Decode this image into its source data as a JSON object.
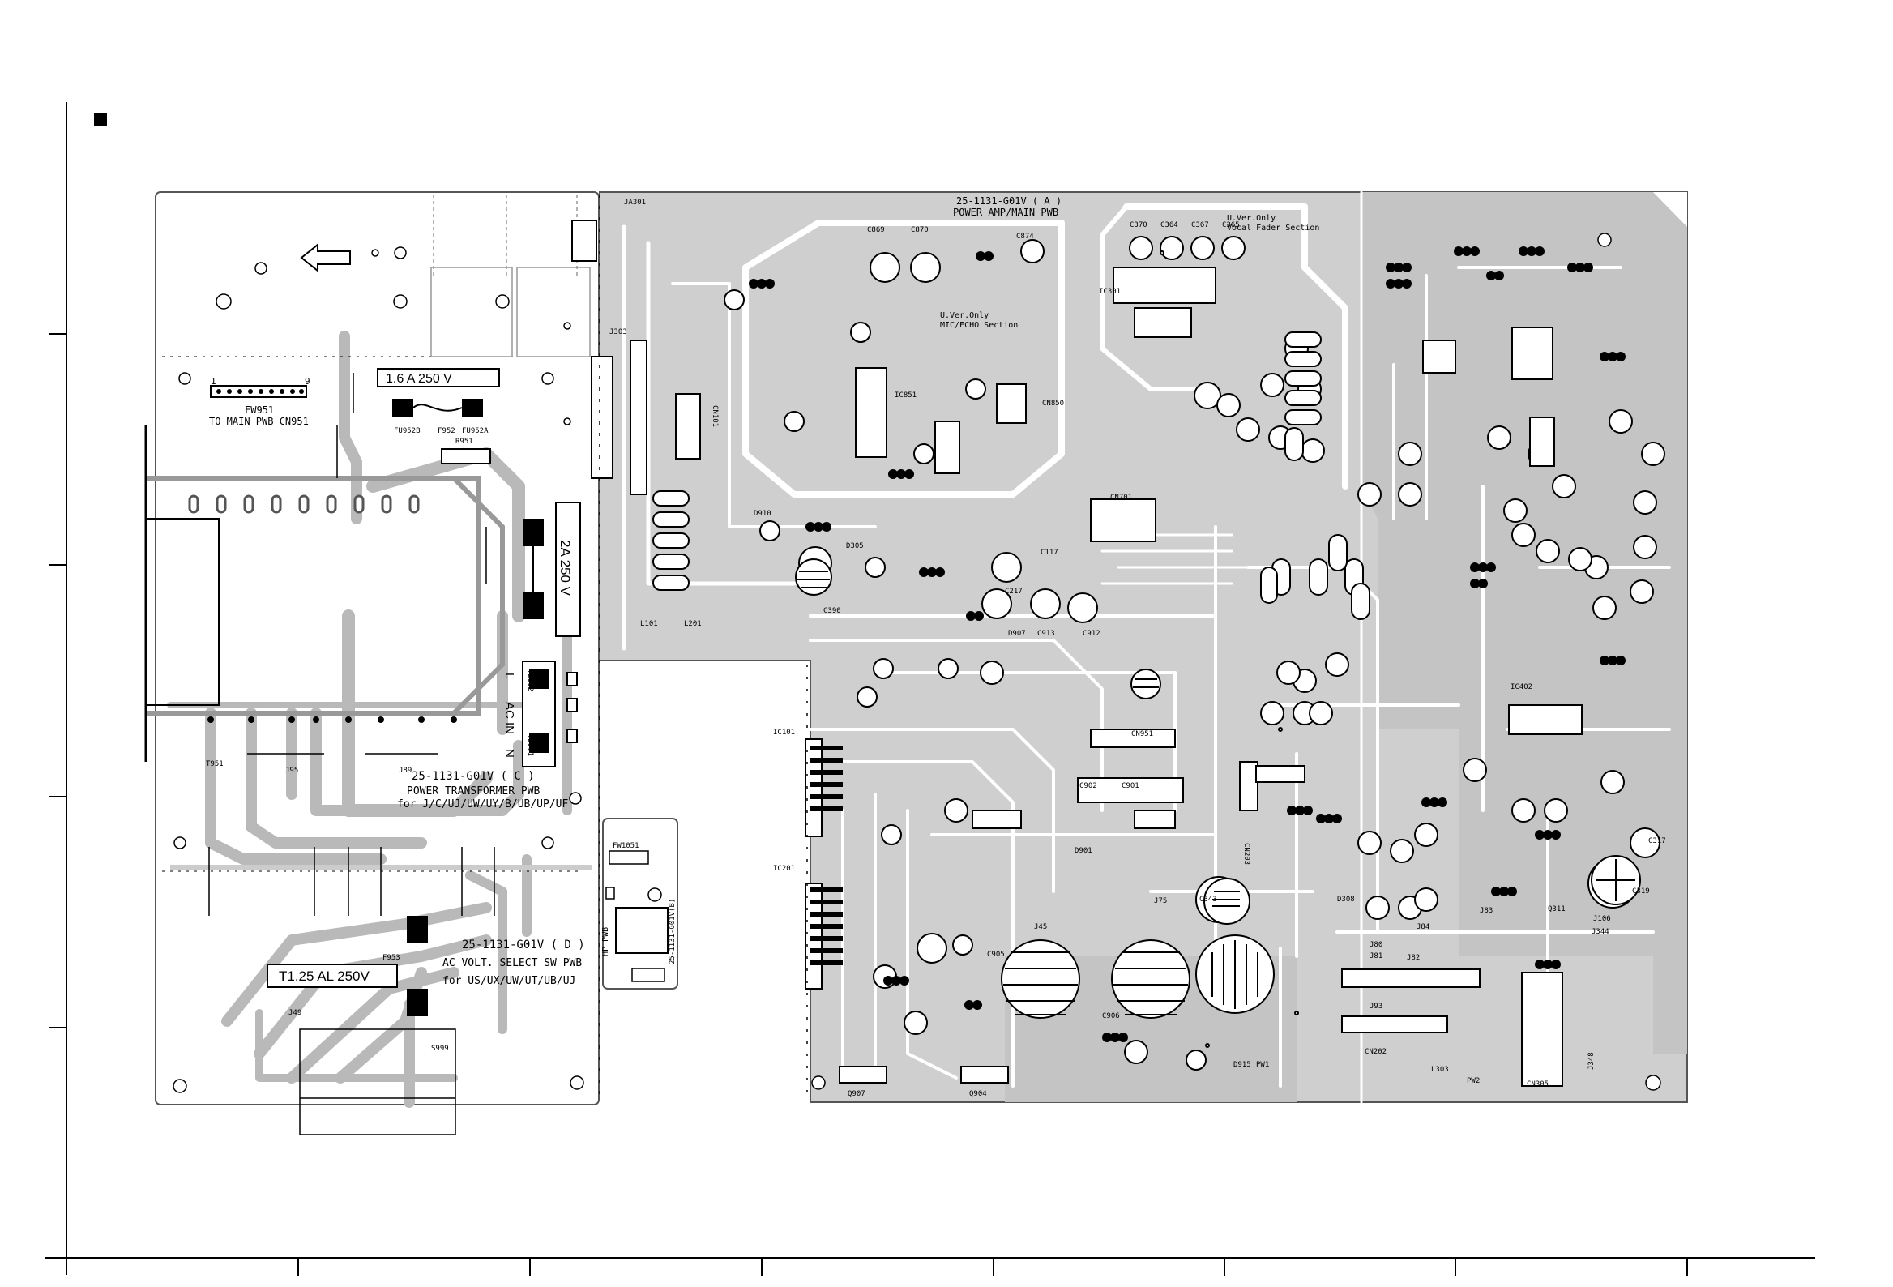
{
  "board_a": {
    "part_no": "25-1131-G01V  ( A )",
    "name": "POWER AMP/MAIN PWB"
  },
  "board_c": {
    "part_no": "25-1131-G01V  ( C )",
    "name": "POWER TRANSFORMER PWB",
    "variants": "for J/C/UJ/UW/UY/B/UB/UP/UF"
  },
  "board_d": {
    "part_no": "25-1131-G01V  ( D )",
    "name": "AC VOLT. SELECT SW PWB",
    "variants": "for US/UX/UW/UT/UB/UJ"
  },
  "hp_board": {
    "name": "HP PWB",
    "part_no": "25-1131-G01V(B)"
  },
  "fuses": {
    "f952_rating": "1.6 A  250 V",
    "f951_rating": "2A  250 V",
    "f953_rating": "T1.25 AL  250V"
  },
  "connector_fw951": {
    "pin_first": "1",
    "pin_last": "9",
    "name": "FW951",
    "dest": "TO MAIN PWB CN951"
  },
  "ac_in": {
    "l": "L",
    "label": "AC IN",
    "n": "N"
  },
  "sections": {
    "mic_echo": [
      "U.Ver.Only",
      "MIC/ECHO Section"
    ],
    "vocal_fader": [
      "U.Ver.Only",
      "Vocal Fader Section"
    ]
  },
  "parts": {
    "transformer": "T951",
    "switch": "S999",
    "f952": "F952",
    "r951": "R951",
    "fu952b": "FU952B",
    "fu952a": "FU952A",
    "tb902": "TB902",
    "tb901": "TB901",
    "f953": "F953",
    "ja301": "JA301",
    "j303": "J303",
    "cn101": "CN101",
    "cn850": "CN850",
    "cn701": "CN701",
    "cn951": "CN951",
    "ic101": "IC101",
    "ic201": "IC201",
    "ic301": "IC301",
    "ic402": "IC402",
    "ic851": "IC851",
    "cn202": "CN202",
    "cn305": "CN305",
    "cn203": "CN203",
    "fw1051": "FW1051",
    "q907": "Q907",
    "q904": "Q904",
    "c905": "C905",
    "c906": "C906",
    "c343": "C343",
    "c319": "C319",
    "c317": "C317",
    "d915": "D915",
    "pw1": "PW1",
    "pw2": "PW2",
    "l303": "L303",
    "c869": "C869",
    "c870": "C870",
    "c874": "C874",
    "c370": "C370",
    "c364": "C364",
    "c367": "C367",
    "c365": "C365",
    "j95": "J95",
    "j89": "J89",
    "j49": "J49",
    "j45": "J45",
    "j75": "J75",
    "l101": "L101",
    "l201": "L201",
    "d910": "D910",
    "d305": "D305",
    "c390": "C390",
    "c912": "C912",
    "c913": "C913",
    "c117": "C117",
    "c217": "C217",
    "d907": "D907",
    "c902": "C902",
    "c901": "C901",
    "d901": "D901",
    "j106": "J106",
    "j344": "J344",
    "j348": "J348",
    "d308": "D308",
    "q311": "Q311",
    "j84": "J84",
    "j83": "J83",
    "j93": "J93",
    "j82": "J82",
    "j81": "J81",
    "j80": "J80"
  }
}
